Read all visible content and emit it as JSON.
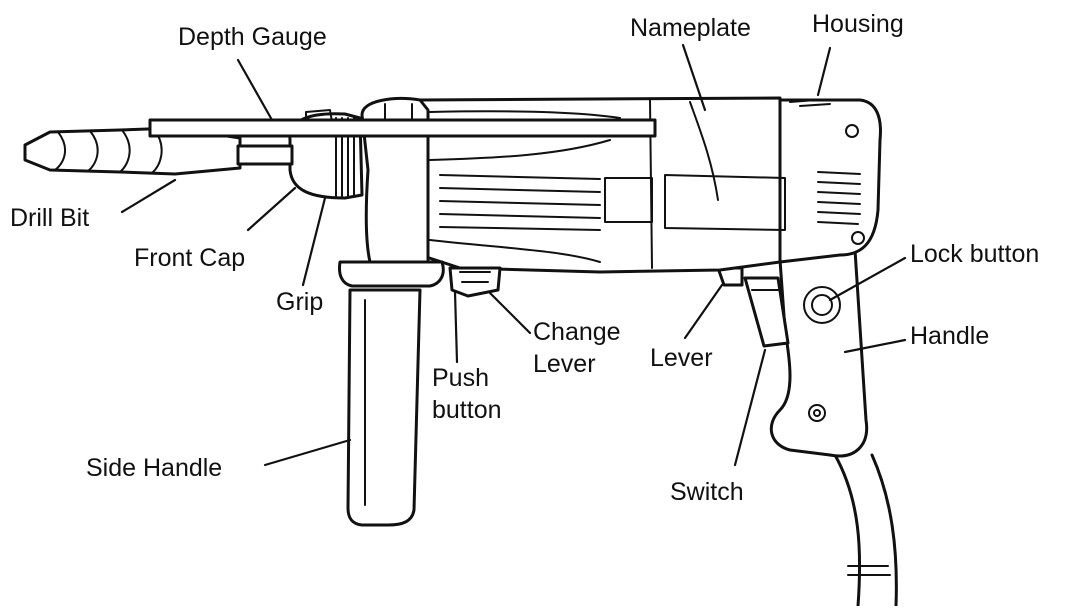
{
  "labels": {
    "depth_gauge": "Depth Gauge",
    "nameplate": "Nameplate",
    "housing": "Housing",
    "drill_bit": "Drill Bit",
    "front_cap": "Front Cap",
    "grip": "Grip",
    "lock_button": "Lock button",
    "change_lever_1": "Change",
    "change_lever_2": "Lever",
    "lever": "Lever",
    "handle": "Handle",
    "push_button_1": "Push",
    "push_button_2": "button",
    "side_handle": "Side Handle",
    "switch": "Switch"
  }
}
